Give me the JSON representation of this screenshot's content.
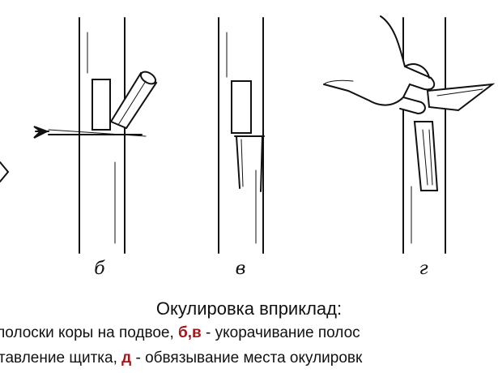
{
  "panels": [
    {
      "letter": "б"
    },
    {
      "letter": "в"
    },
    {
      "letter": "г"
    }
  ],
  "title": "Окулировка вприклад:",
  "caption": {
    "line1": [
      {
        "text": " полоски коры на подвое,   ",
        "accent": false
      },
      {
        "text": "б,в",
        "accent": true
      },
      {
        "text": " - укорачивание полос",
        "accent": false
      }
    ],
    "line2": [
      {
        "text": "тавление щитка,  ",
        "accent": false
      },
      {
        "text": "д",
        "accent": true
      },
      {
        "text": " - обвязывание места окулировк",
        "accent": false
      }
    ]
  },
  "colors": {
    "ink": "#111111",
    "accent": "#a0181c",
    "background": "#ffffff"
  }
}
